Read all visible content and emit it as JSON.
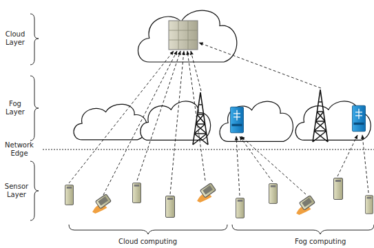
{
  "diagram": {
    "labels": [
      "Cloud Layer",
      "Fog Layer",
      "Network Edge",
      "Sensor Layer",
      "Cloud computing",
      "Fog computing"
    ]
  }
}
